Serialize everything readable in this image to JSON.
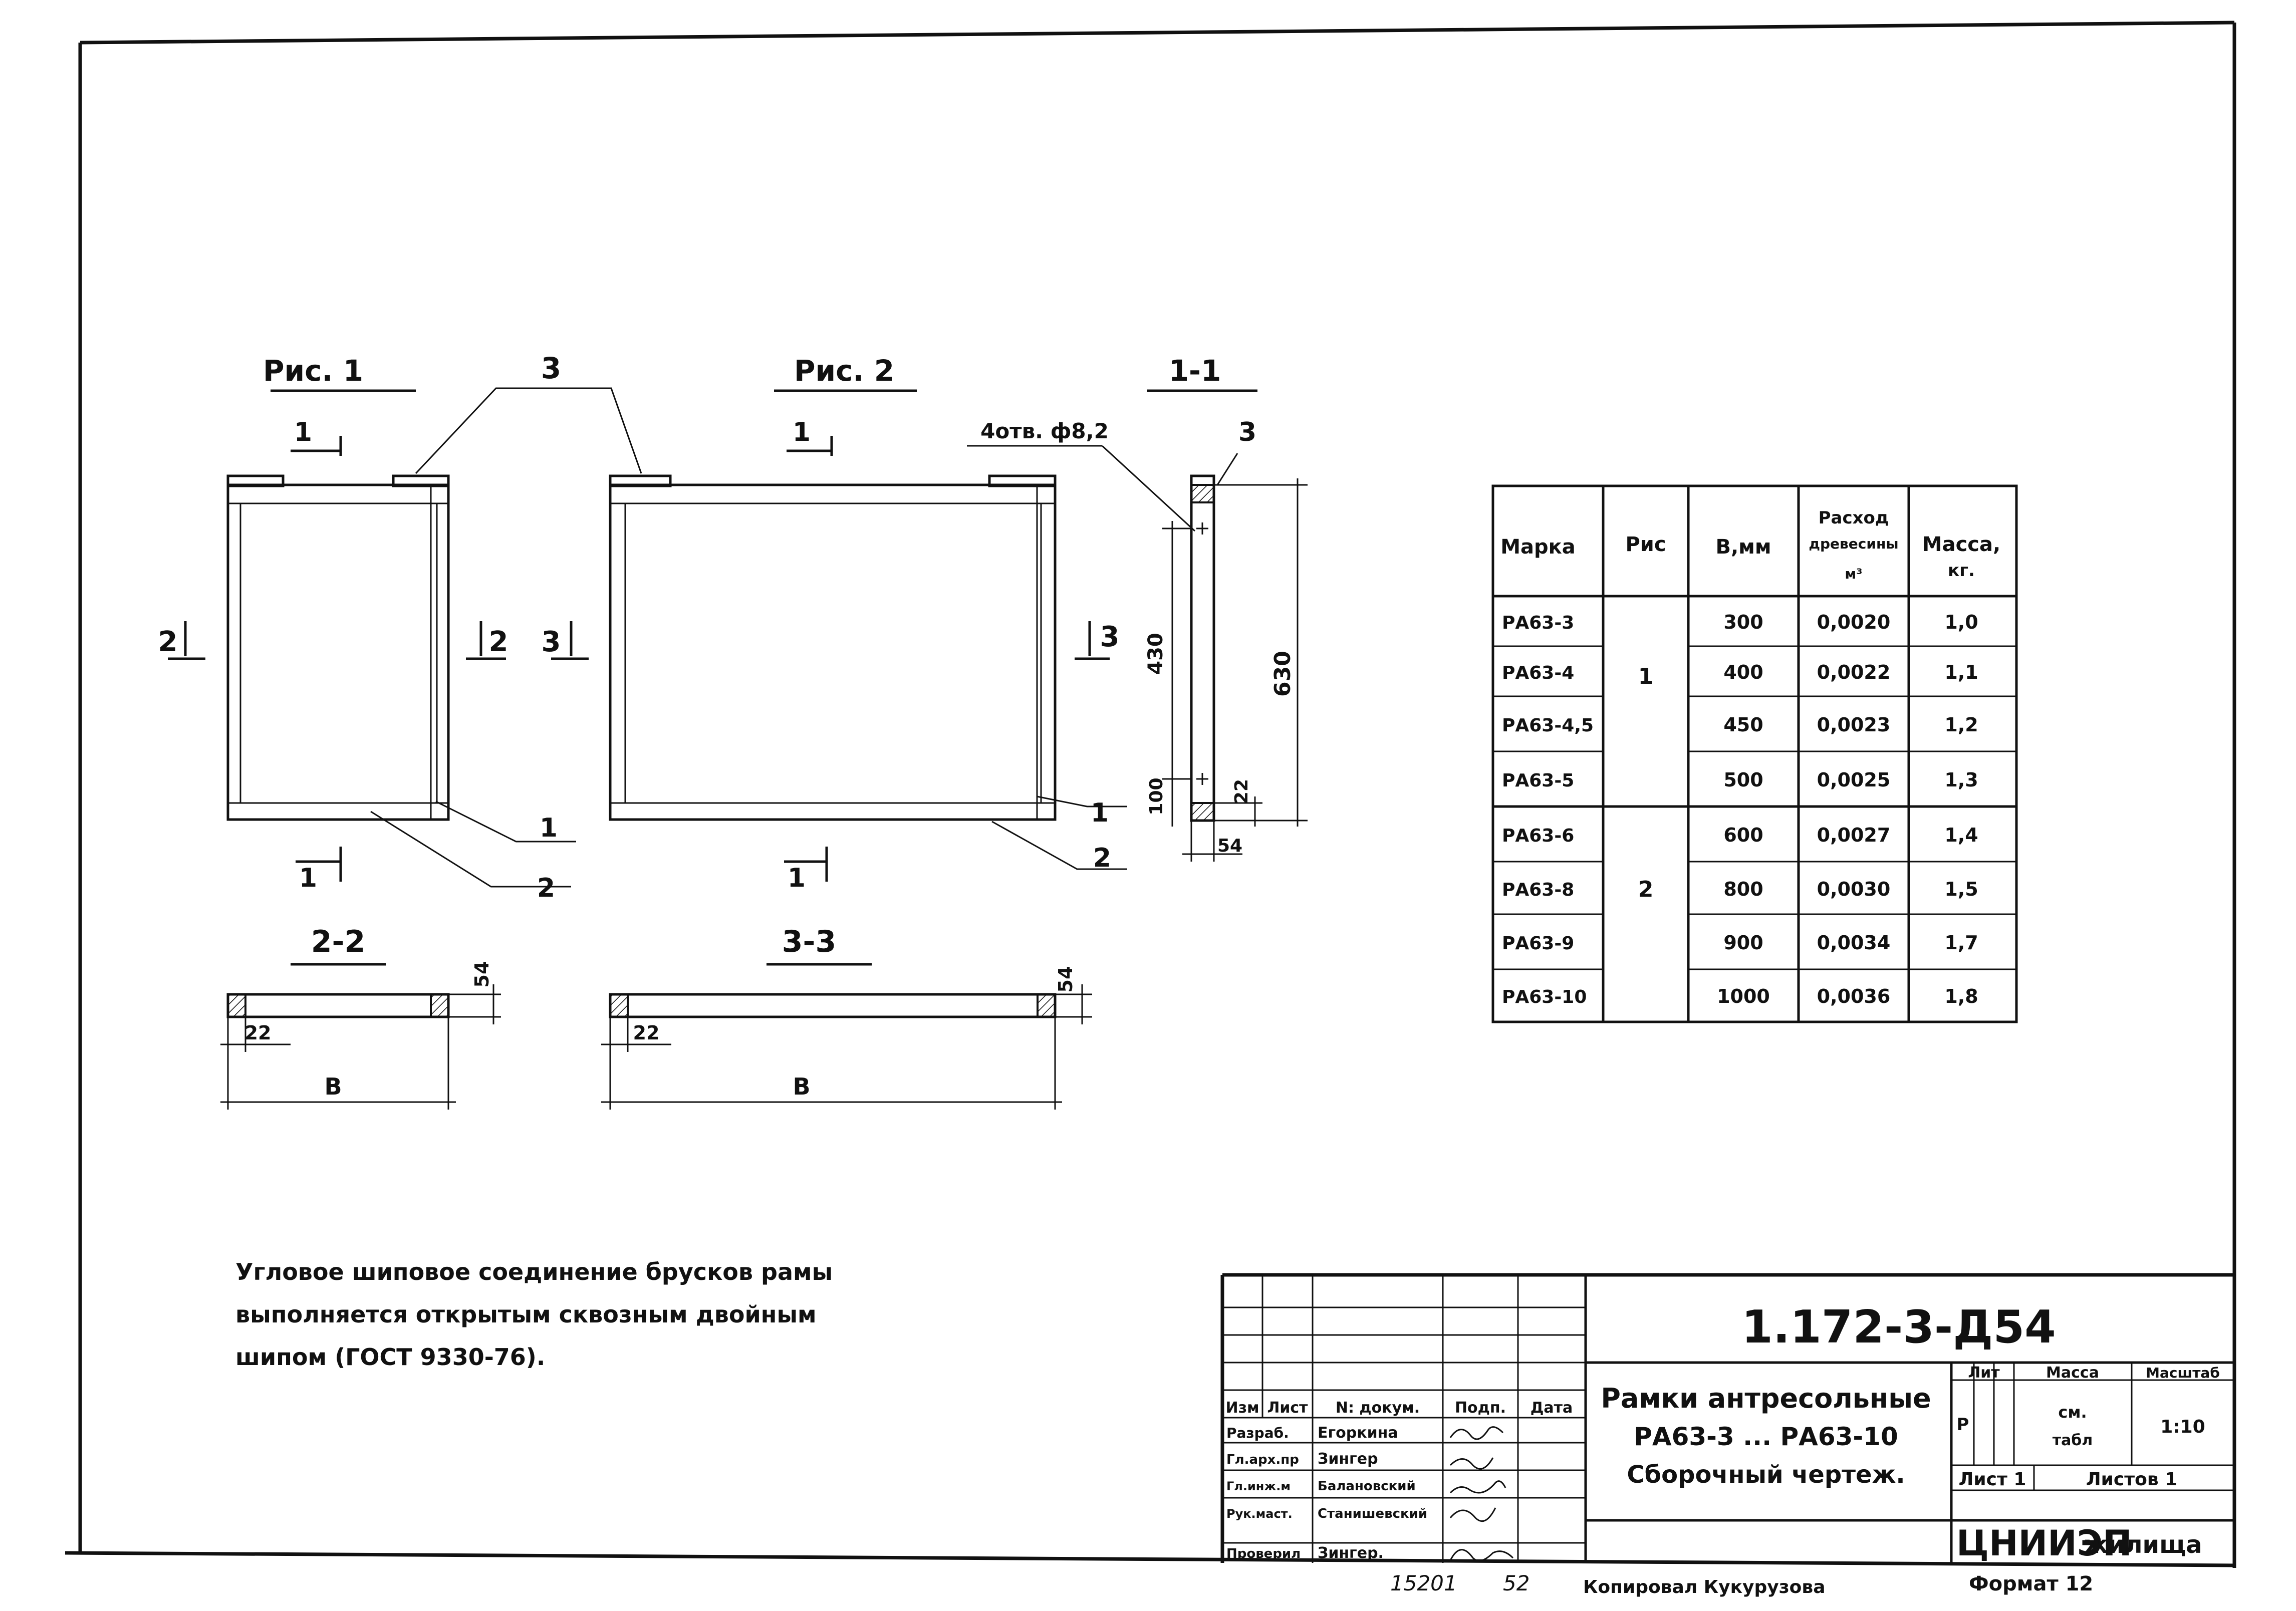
{
  "figures": {
    "fig1_title": "Рис. 1",
    "fig2_title": "Рис. 2",
    "sec11_title": "1-1",
    "sec22_title": "2-2",
    "sec33_title": "3-3",
    "label_1": "1",
    "label_2": "2",
    "label_3": "3",
    "holes_note": "4отв. ф8,2",
    "dims": {
      "d630": "630",
      "d430": "430",
      "d100": "100",
      "d22": "22",
      "d54": "54",
      "b": "В"
    }
  },
  "spec_table": {
    "headers": {
      "marka": "Марка",
      "ris": "Рис",
      "b_mm": "В,мм",
      "wood_1": "Расход",
      "wood_2": "древесины",
      "wood_3": "м³",
      "mass_1": "Масса,",
      "mass_2": "кг."
    },
    "group1_ris": "1",
    "group2_ris": "2",
    "rows": [
      {
        "marka": "РА63-3",
        "b": "300",
        "wood": "0,0020",
        "mass": "1,0"
      },
      {
        "marka": "РА63-4",
        "b": "400",
        "wood": "0,0022",
        "mass": "1,1"
      },
      {
        "marka": "РА63-4,5",
        "b": "450",
        "wood": "0,0023",
        "mass": "1,2"
      },
      {
        "marka": "РА63-5",
        "b": "500",
        "wood": "0,0025",
        "mass": "1,3"
      },
      {
        "marka": "РА63-6",
        "b": "600",
        "wood": "0,0027",
        "mass": "1,4"
      },
      {
        "marka": "РА63-8",
        "b": "800",
        "wood": "0,0030",
        "mass": "1,5"
      },
      {
        "marka": "РА63-9",
        "b": "900",
        "wood": "0,0034",
        "mass": "1,7"
      },
      {
        "marka": "РА63-10",
        "b": "1000",
        "wood": "0,0036",
        "mass": "1,8"
      }
    ]
  },
  "note": {
    "line1": "Угловое шиповое соединение брусков рамы",
    "line2": "выполняется открытым сквозным двойным",
    "line3": "шипом (ГОСТ 9330-76)."
  },
  "title_block": {
    "doc_code": "1.172-3-Д54",
    "title_line1": "Рамки антресольные",
    "title_line2": "РА63-3 ... РА63-10",
    "title_line3": "Сборочный чертеж.",
    "col_izm": "Изм",
    "col_list": "Лист",
    "col_ndok": "N: докум.",
    "col_podp": "Подп.",
    "col_data": "Дата",
    "roles": [
      {
        "role": "Разраб.",
        "name": "Егоркина"
      },
      {
        "role": "Гл.арх.пр",
        "name": "Зингер"
      },
      {
        "role": "Гл.инж.м",
        "name": "Балановский"
      },
      {
        "role": "Рук.маст.",
        "name": "Станишевский"
      },
      {
        "role": "Проверил",
        "name": "Зингер."
      }
    ],
    "lit_label": "Лит",
    "lit_value": "Р",
    "massa_label": "Масса",
    "massa_value_1": "см.",
    "massa_value_2": "табл",
    "scale_label": "Масштаб",
    "scale_value": "1:10",
    "sheet": "Лист 1",
    "sheets": "Листов 1",
    "org_1": "ЦНИИЭП",
    "org_2": "жилища"
  },
  "footer": {
    "inv_number": "15201",
    "page_num": "52",
    "copied": "Копировал Кукурузова",
    "format": "Формат 12"
  }
}
